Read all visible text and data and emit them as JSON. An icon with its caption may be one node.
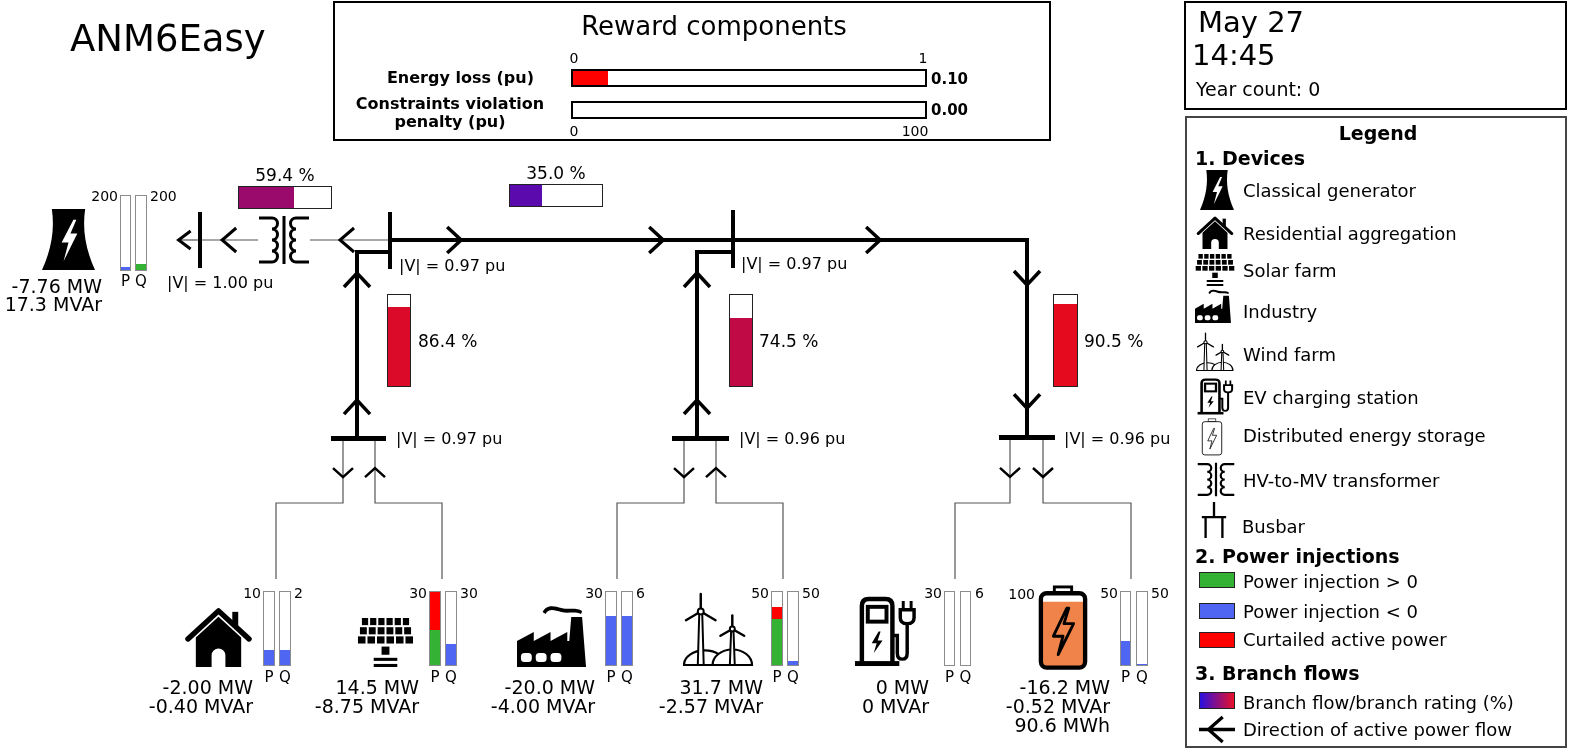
{
  "diagram": {
    "title": "ANM6Easy",
    "nodes": [
      {
        "text": [
          "Reward components",
          "0",
          "1",
          "Energy loss (pu)",
          "0.10",
          "Constraints violation penalty (pu)",
          "0.00",
          "0",
          "100"
        ]
      },
      {
        "text": [],
        "shape": "bar",
        "in": 0
      },
      {
        "text": [],
        "shape": "bar",
        "in": 0
      },
      {
        "text": [
          "May 27",
          "14:45",
          "Year count: 0"
        ]
      },
      {
        "text": [
          "200",
          "200",
          "-7.76 MW",
          "P",
          "Q",
          "17.3 MVAr"
        ]
      },
      {
        "text": [
          "59.4 %"
        ]
      },
      {
        "text": [
          "35.0 %"
        ]
      },
      {
        "text": [],
        "shape": "bar",
        "beside": [
          "|V| = 1.00 pu"
        ]
      },
      {
        "text": [],
        "shape": "picture"
      },
      {
        "text": [],
        "shape": "bar",
        "beside": [
          "|V| = 0.97 pu"
        ]
      },
      {
        "text": [],
        "shape": "bar",
        "beside": [
          "|V| = 0.97 pu"
        ]
      },
      {
        "text": [
          "86.4 %"
        ]
      },
      {
        "text": [
          "74.5 %"
        ]
      },
      {
        "text": [
          "90.5 %"
        ]
      },
      {
        "text": [],
        "shape": "bar",
        "beside": [
          "|V| = 0.97 pu"
        ]
      },
      {
        "text": [],
        "shape": "bar",
        "beside": [
          "|V| = 0.96 pu"
        ]
      },
      {
        "text": [],
        "shape": "bar",
        "beside": [
          "|V| = 0.96 pu"
        ]
      },
      {
        "text": [
          "10",
          "2",
          "P",
          "Q",
          "-2.00 MW",
          "-0.40 MVAr"
        ]
      },
      {
        "text": [
          "30",
          "30",
          "P",
          "Q",
          "14.5 MW",
          "-8.75 MVAr"
        ]
      },
      {
        "text": [
          "30",
          "6",
          "P",
          "Q",
          "-20.0 MW",
          "-4.00 MVAr"
        ]
      },
      {
        "text": [
          "50",
          "50",
          "P",
          "Q",
          "31.7 MW",
          "-2.57 MVAr"
        ]
      },
      {
        "text": [
          "30",
          "6",
          "P",
          "Q",
          "0 MW",
          "0 MVAr"
        ]
      },
      {
        "text": [
          "100",
          "50",
          "50",
          "P",
          "Q",
          "-16.2 MW",
          "-0.52 MVAr",
          "90.6 MWh"
        ]
      }
    ],
    "edges": [
      {
        "from": 7,
        "to": 4,
        "arrow": "to"
      },
      {
        "from": 8,
        "to": 7,
        "arrow": "to"
      },
      {
        "from": 9,
        "to": 8,
        "arrow": "to"
      },
      {
        "from": 9,
        "to": 10,
        "arrow": "to",
        "style": "thick",
        "color": "#000000"
      },
      {
        "from": 14,
        "to": 9,
        "arrow": "to",
        "style": "thick",
        "color": "#000000"
      },
      {
        "from": 15,
        "to": 10,
        "arrow": "to",
        "style": "thick",
        "color": "#000000"
      },
      {
        "from": 10,
        "to": 16,
        "arrow": "to",
        "style": "thick",
        "color": "#000000"
      },
      {
        "from": 14,
        "to": 17,
        "arrow": "to"
      },
      {
        "from": 18,
        "to": 14,
        "arrow": "to"
      },
      {
        "from": 15,
        "to": 19,
        "arrow": "to"
      },
      {
        "from": 20,
        "to": 15,
        "arrow": "to"
      },
      {
        "from": 16,
        "to": 21,
        "arrow": "to"
      },
      {
        "from": 16,
        "to": 22,
        "arrow": "to"
      }
    ],
    "labels": [
      "Legend",
      "1. Devices",
      "2. Power injections",
      "3. Branch flows"
    ],
    "legend": [
      {
        "text": "Classical generator"
      },
      {
        "text": "Residential aggregation"
      },
      {
        "text": "Solar farm"
      },
      {
        "text": "Industry"
      },
      {
        "text": "Wind farm"
      },
      {
        "text": "EV charging station"
      },
      {
        "text": "Distributed energy storage"
      },
      {
        "text": "HV-to-MV transformer"
      },
      {
        "text": "Busbar"
      },
      {
        "text": "Power injection > 0",
        "color": "#34b233"
      },
      {
        "text": "Power injection < 0",
        "color": "#4f66f2"
      },
      {
        "text": "Curtailed active power",
        "color": "#ff0000"
      },
      {
        "text": "Branch flow/branch rating (%)"
      },
      {
        "text": "Direction of active power flow"
      }
    ]
  }
}
